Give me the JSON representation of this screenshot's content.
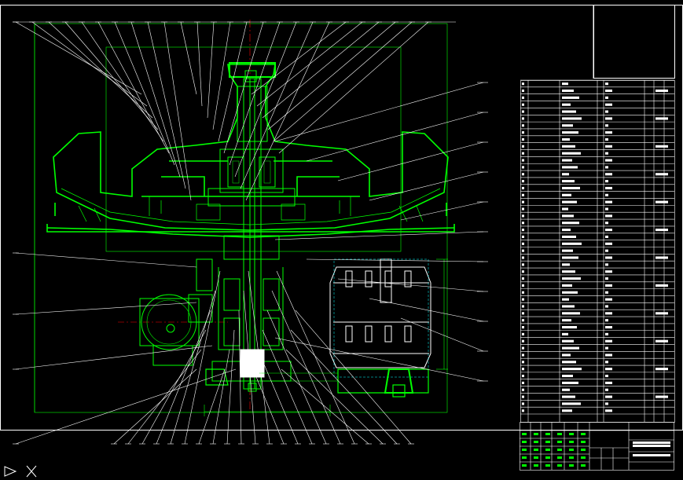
{
  "drawing": {
    "colors": {
      "background": "#000000",
      "frame": "#ffffff",
      "outline": "#00ff00",
      "leader": "#ffffff",
      "dimension": "#ffffff",
      "table": "#ffffff",
      "center_line": "#ff0000",
      "hidden_line": "#00ffff",
      "accent": "#00ff7f"
    },
    "view_title": "",
    "balloon_count_top": 26,
    "balloon_count_bottom": 22,
    "right_callouts": 11,
    "parts_list_rows": 48
  },
  "statusbar": {
    "icons": [
      "ucs-icon",
      "axis-x-icon"
    ],
    "text": ""
  }
}
